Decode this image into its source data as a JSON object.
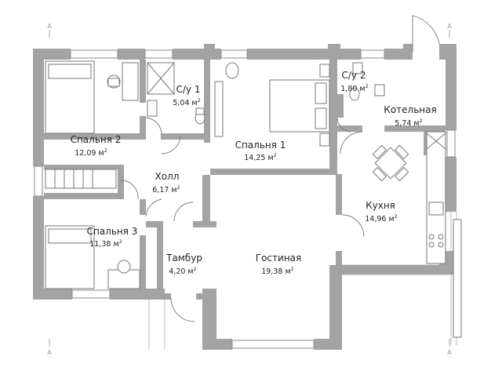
{
  "plan": {
    "section_marks": [
      "А",
      "А",
      "А",
      "А"
    ],
    "rooms": [
      {
        "id": "bathroom-1",
        "name": "С/у 1",
        "area": "5,04 м",
        "sup": "2"
      },
      {
        "id": "bathroom-2",
        "name": "С/у 2",
        "area": "1,80 м",
        "sup": "2"
      },
      {
        "id": "boiler-room",
        "name": "Котельная",
        "area": "5,74 м",
        "sup": "2"
      },
      {
        "id": "bedroom-2",
        "name": "Спальня 2",
        "area": "12,09 м",
        "sup": "2"
      },
      {
        "id": "bedroom-1",
        "name": "Спальня 1",
        "area": "14,25 м",
        "sup": "2"
      },
      {
        "id": "hall",
        "name": "Холл",
        "area": "6,17 м",
        "sup": "2"
      },
      {
        "id": "kitchen",
        "name": "Кухня",
        "area": "14,96 м",
        "sup": "2"
      },
      {
        "id": "bedroom-3",
        "name": "Спальня 3",
        "area": "11,38 м",
        "sup": "2"
      },
      {
        "id": "vestibule",
        "name": "Тамбур",
        "area": "4,20 м",
        "sup": "2"
      },
      {
        "id": "living-room",
        "name": "Гостиная",
        "area": "19,38 м",
        "sup": "2"
      }
    ]
  }
}
